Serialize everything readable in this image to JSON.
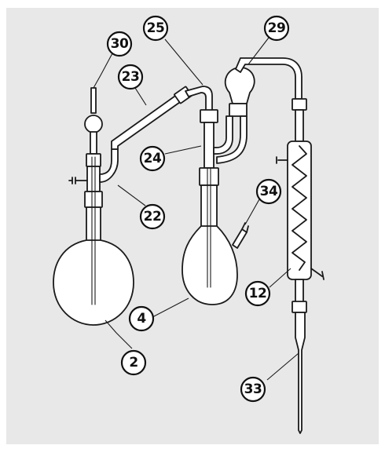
{
  "figure": {
    "background": "#e8e8e8",
    "ink": "#1a1a1a",
    "parts": [
      {
        "id": "p30",
        "label": "30"
      },
      {
        "id": "p25",
        "label": "25"
      },
      {
        "id": "p29",
        "label": "29"
      },
      {
        "id": "p23",
        "label": "23"
      },
      {
        "id": "p24",
        "label": "24"
      },
      {
        "id": "p34",
        "label": "34"
      },
      {
        "id": "p22",
        "label": "22"
      },
      {
        "id": "p12",
        "label": "12"
      },
      {
        "id": "p4",
        "label": "4"
      },
      {
        "id": "p2",
        "label": "2"
      },
      {
        "id": "p33",
        "label": "33"
      }
    ]
  }
}
